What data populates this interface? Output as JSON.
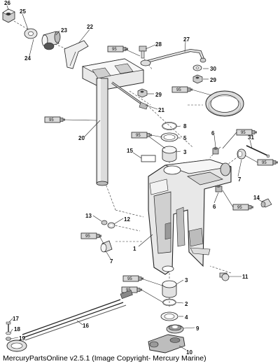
{
  "callouts": {
    "c1": "1",
    "c2": "2",
    "c3a": "3",
    "c3b": "3",
    "c4": "4",
    "c5": "5",
    "c6a": "6",
    "c6b": "6",
    "c7a": "7",
    "c7b": "7",
    "c8": "8",
    "c9": "9",
    "c10": "10",
    "c11": "11",
    "c12": "12",
    "c13": "13",
    "c14": "14",
    "c15": "15",
    "c16": "16",
    "c17": "17",
    "c18": "18",
    "c19": "19",
    "c20": "20",
    "c21": "21",
    "c22": "22",
    "c23": "23",
    "c24": "24",
    "c25": "25",
    "c26": "26",
    "c27": "27",
    "c28": "28",
    "c29a": "29",
    "c29b": "29",
    "c30": "30",
    "c31": "31"
  },
  "lubricant_code": "95",
  "footer": "MercuryPartsOnline v2.5.1 (Image Copyright- Mercury Marine)"
}
